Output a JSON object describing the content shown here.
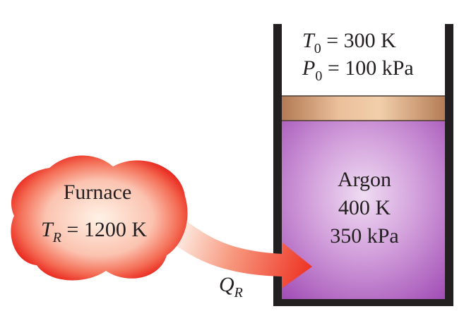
{
  "ambient": {
    "temperature": {
      "symbol": "T",
      "subscript": "0",
      "value": " = 300 K"
    },
    "pressure": {
      "symbol": "P",
      "subscript": "0",
      "value": " = 100 kPa"
    }
  },
  "gas": {
    "name": "Argon",
    "temperature": "400 K",
    "pressure": "350 kPa"
  },
  "furnace": {
    "name": "Furnace",
    "temperature": {
      "symbol": "T",
      "subscript": "R",
      "value": " = 1200 K"
    }
  },
  "heat": {
    "symbol": "Q",
    "subscript": "R"
  },
  "colors": {
    "cylinder_wall": "#231f20",
    "piston": "#d9a67d",
    "gas": "#b86cc9",
    "furnace": "#f0332a",
    "arrow": "#ef3b2c"
  }
}
